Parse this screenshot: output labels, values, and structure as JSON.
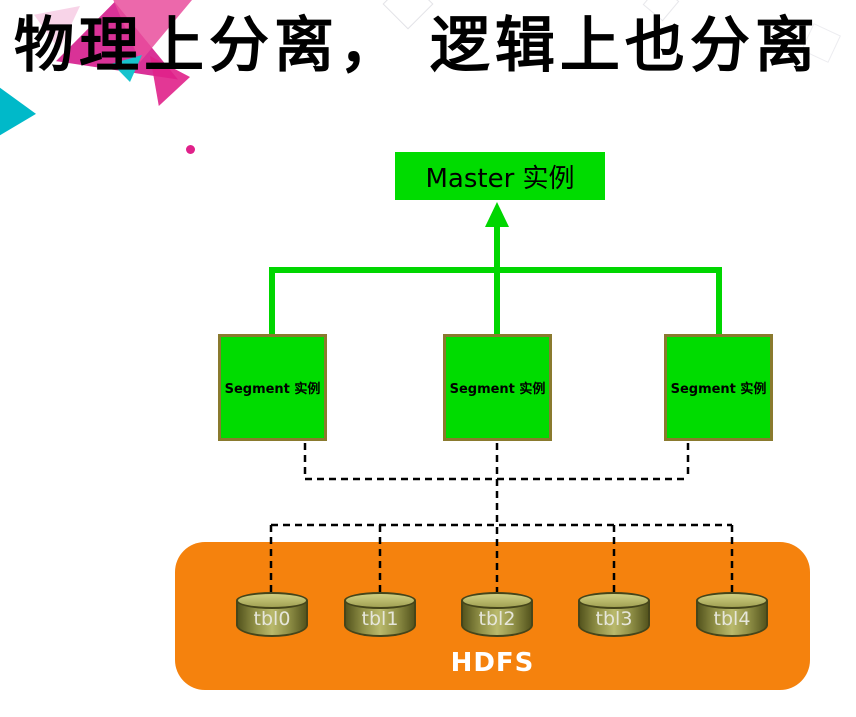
{
  "slide": {
    "title": "物理上分离， 逻辑上也分离"
  },
  "diagram": {
    "master": {
      "label": "Master 实例"
    },
    "segments": [
      {
        "label": "Segment 实例"
      },
      {
        "label": "Segment 实例"
      },
      {
        "label": "Segment 实例"
      }
    ],
    "hdfs": {
      "label": "HDFS",
      "tables": [
        {
          "label": "tbl0"
        },
        {
          "label": "tbl1"
        },
        {
          "label": "tbl2"
        },
        {
          "label": "tbl3"
        },
        {
          "label": "tbl4"
        }
      ]
    }
  },
  "colors": {
    "node_green": "#00dc00",
    "connector_green": "#00d600",
    "segment_border_olive": "#8a7a2e",
    "hdfs_orange": "#f5820d",
    "cylinder_olive": "#8f8f46",
    "dashed_line": "#000000",
    "title_text": "#000000",
    "hdfs_text": "#ffffff"
  }
}
